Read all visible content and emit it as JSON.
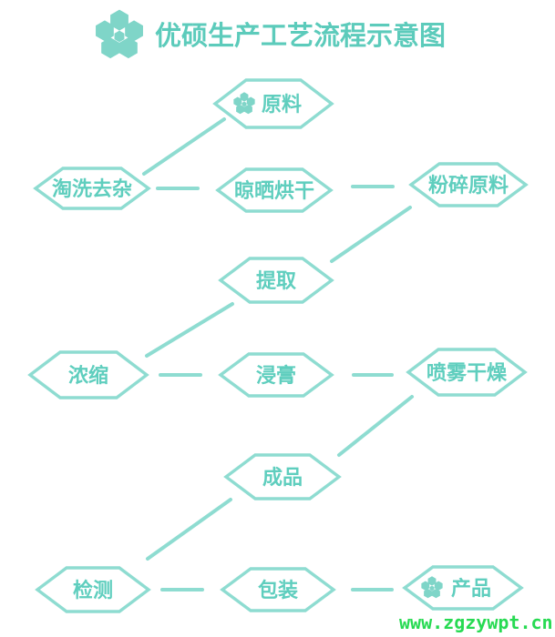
{
  "title": "优硕生产工艺流程示意图",
  "watermark": "www.zgzywpt.cn",
  "colors": {
    "hex_border": "#8EDCD1",
    "node_text": "#5FCEBE",
    "title_text": "#5CCBBB",
    "logo_fill": "#7FD5C8",
    "connector": "#8EDCD1",
    "watermark_green": "#27DA52",
    "background": "#FFFFFF"
  },
  "nodes": [
    {
      "label": "原料",
      "icon": "hexagon-flower-icon"
    },
    {
      "label": "淘洗去杂"
    },
    {
      "label": "晾晒烘干"
    },
    {
      "label": "粉碎原料"
    },
    {
      "label": "提取"
    },
    {
      "label": "浓缩"
    },
    {
      "label": "浸膏"
    },
    {
      "label": "喷雾干燥"
    },
    {
      "label": "成品"
    },
    {
      "label": "检测"
    },
    {
      "label": "包装"
    },
    {
      "label": "产品",
      "icon": "hexagon-flower-icon"
    }
  ],
  "edges": [
    {
      "from": "原料",
      "to": "淘洗去杂"
    },
    {
      "from": "淘洗去杂",
      "to": "晾晒烘干"
    },
    {
      "from": "晾晒烘干",
      "to": "粉碎原料"
    },
    {
      "from": "粉碎原料",
      "to": "提取"
    },
    {
      "from": "提取",
      "to": "浓缩"
    },
    {
      "from": "浓缩",
      "to": "浸膏"
    },
    {
      "from": "浸膏",
      "to": "喷雾干燥"
    },
    {
      "from": "喷雾干燥",
      "to": "成品"
    },
    {
      "from": "成品",
      "to": "检测"
    },
    {
      "from": "检测",
      "to": "包装"
    },
    {
      "from": "包装",
      "to": "产品"
    }
  ]
}
